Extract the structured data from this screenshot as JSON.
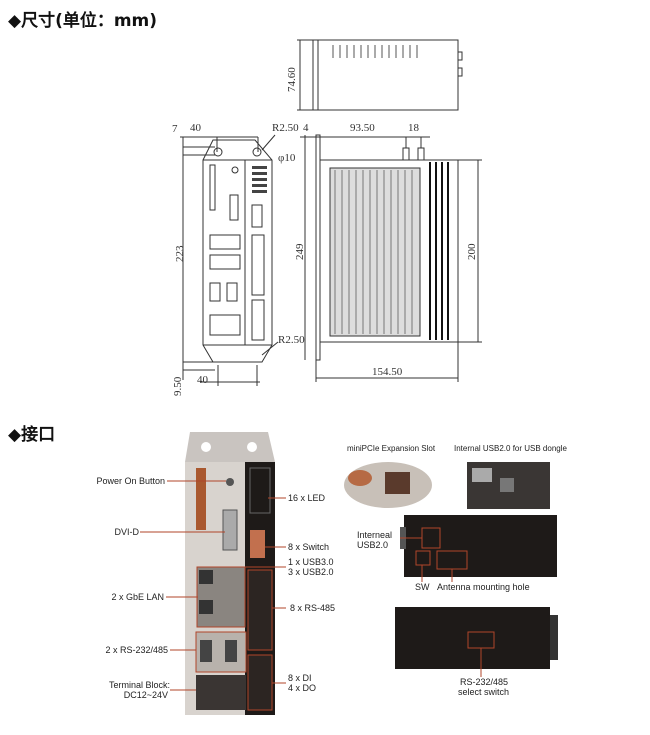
{
  "sections": {
    "dimensions_heading": "◆尺寸(单位：mm)",
    "interfaces_heading": "◆接口"
  },
  "dimensions": {
    "height_top": "74.60",
    "front_top_offset": "7",
    "front_width_top": "40",
    "radius_top": "R2.50",
    "hole_dia": "φ10",
    "front_height": "223",
    "radius_bottom": "R2.50",
    "front_bottom_offset": "9.50",
    "front_width_bottom": "40",
    "side_offset": "4",
    "side_depth": "93.50",
    "antenna_spacing": "18",
    "side_height": "249",
    "side_inner_height": "200",
    "side_width": "154.50"
  },
  "front_labels": {
    "power": "Power On Button",
    "dvi": "DVI-D",
    "lan": "2 x GbE LAN",
    "serial": "2 x RS-232/485",
    "terminal1": "Terminal Block:",
    "terminal2": "DC12~24V",
    "led": "16 x LED",
    "switch": "8 x Switch",
    "usb1": "1 x USB3.0",
    "usb2": "3 x USB2.0",
    "rs485": "8 x RS-485",
    "di": "8 x DI",
    "do": "4 x DO"
  },
  "detail_labels": {
    "minipcie": "miniPCIe  Expansion Slot",
    "dongle": "Internal USB2.0 for USB dongle",
    "internal_usb1": "Interneal",
    "internal_usb2": "USB2.0",
    "sw": "SW",
    "antenna": "Antenna mounting hole",
    "select1": "RS-232/485",
    "select2": "select switch"
  },
  "colors": {
    "callout": "#b0452a",
    "dark": "#222222"
  }
}
